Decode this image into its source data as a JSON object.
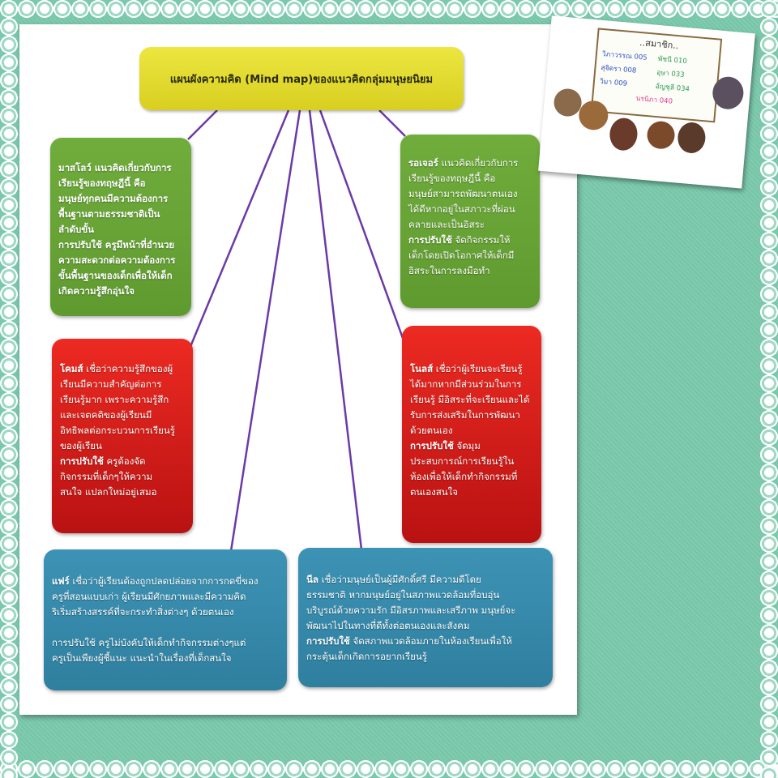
{
  "title": "แผนผังความคิด (Mind map)ของแนวคิดกลุ่มมนุษยนิยม",
  "boxes": {
    "maslow": {
      "name": "มาสโลว์",
      "text": " แนวคิดเกี่ยวกับการ\nเรียนรู้ของทฤษฎีนี้  คือ\nมนุษย์ทุกคนมีความต้องการ\nพื้นฐานตามธรรมชาติเป็น\nลำดับขั้น\nการปรับใช้ ครูมีหน้าที่อำนวย\nความสะดวกต่อความต้องการ\nขั้นพื้นฐานของเด็กเพื่อให้เด็ก\nเกิดความรู้สึกอุ่นใจ"
    },
    "rogers": {
      "name": "รอเจอร์",
      "text": " แนวคิดเกี่ยวกับการ\nเรียนรู้ของทฤษฎีนี้  คือ\nมนุษย์สามารถพัฒนาตนเอง\nได้ดีหากอยู่ในสภาวะที่ผ่อน\nคลายและเป็นอิสระ",
      "apply_label": "การปรับใช้",
      "apply": " จัดกิจกรรมให้\nเด็กโดยเปิดโอกาศให้เด็กมี\nอิสระในการลงมือทำ"
    },
    "combs": {
      "name": "โคมส์",
      "text": "  เชื่อว่าความรู้สึกของผู้\nเรียนมีความสำคัญต่อการ\nเรียนรู้มาก  เพราะความรู้สึก\nและเจตคติของผู้เรียนมี\nอิทธิพลต่อกระบวนการเรียนรู้\nของผู้เรียน",
      "apply_label": "การปรับใช้",
      "apply": " ครูต้องจัด\nกิจกรรมที่เด็กๆให้ความ\nสนใจ แปลกใหม่อยู่เสมอ"
    },
    "knowles": {
      "name": "โนลส์",
      "text": " เชื่อว่าผู้เรียนจะเรียนรู้\nได้มากหากมีส่วนร่วมในการ\nเรียนรู้ มีอิสระที่จะเรียนและได้\nรับการส่งเสริมในการพัฒนา\nด้วยตนเอง",
      "apply_label": "การปรับใช้",
      "apply": " จัดมุม\nประสบการณ์การเรียนรู้ใน\nห้องเพื่อให้เด็กทำกิจกรรมที่\nตนเองสนใจ"
    },
    "fair": {
      "name": "แฟร์",
      "text": " เชื่อว่าผู้เรียนต้องถูกปลดปล่อยจากการกดขี่ของ\nครูที่สอนแบบเก่า ผู้เรียนมีศักยภาพและมีความคิด\nริเริ่มสร้างสรรค์ที่จะกระทำสิ่งต่างๆ ด้วยตนเอง\n\nการปรับใช้ ครูไม่บังคับให้เด็กทำกิจกรรมต่างๆแต่\nครูเป็นเพียงผู้ชี้แนะ แนะนำในเรื่องที่เด็กสนใจ"
    },
    "neill": {
      "name": "นีล",
      "text": "  เชื่อว่ามนุษย์เป็นผู้มีศักดิ์ศรี  มีความดีโดย\nธรรมชาติ  หากมนุษย์อยู่ในสภาพแวดล้อมที่อบอุ่น\nบริบูรณ์ด้วยความรัก  มีอิสรภาพและเสรีภาพ  มนุษย์จะ\nพัฒนาไปในทางที่ดีทั้งต่อตนเองและสังคม",
      "apply_label": "การปรับใช้",
      "apply": " จัดสภาพแวดล้อมภายในห้องเรียนเพื่อให้\nกระตุ้นเด็กเกิดการอยากเรียนรู้"
    }
  },
  "photo": {
    "board_title": "..สมาชิก..",
    "members": [
      "วิภาวรรณ 005",
      "พัชนี 010",
      "สุจิตรา 008",
      "อุษา 033",
      "วิมา 009",
      "อัญชุลี 034",
      "นรนิภา 040"
    ]
  },
  "colors": {
    "green": "#6aa736",
    "red": "#d81c18",
    "blue": "#3689ab",
    "yellow": "#e2da30",
    "line": "#6b3aa6"
  }
}
